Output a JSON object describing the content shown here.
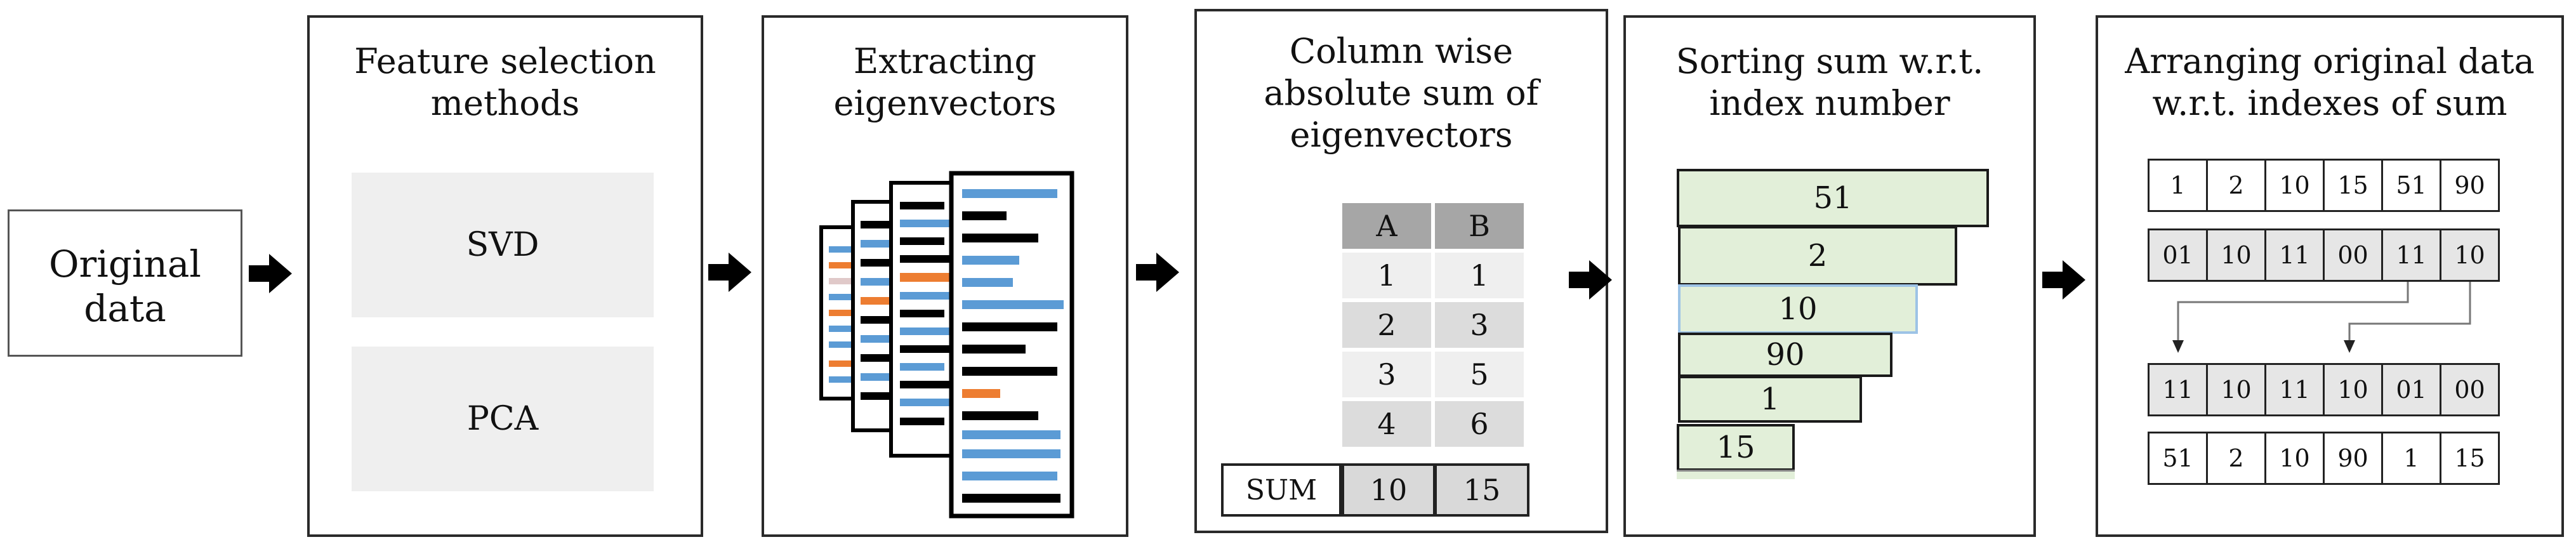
{
  "original": {
    "line1": "Original",
    "line2": "data"
  },
  "stage1": {
    "title": [
      "Feature selection",
      "methods"
    ],
    "methods": [
      "SVD",
      "PCA"
    ]
  },
  "stage2": {
    "title": [
      "Extracting",
      "eigenvectors"
    ]
  },
  "stage3": {
    "title": [
      "Column wise",
      "absolute sum of",
      "eigenvectors"
    ],
    "columns": [
      "A",
      "B"
    ],
    "rows": [
      [
        "1",
        "1"
      ],
      [
        "2",
        "3"
      ],
      [
        "3",
        "5"
      ],
      [
        "4",
        "6"
      ]
    ],
    "sum_label": "SUM",
    "sums": [
      "10",
      "15"
    ]
  },
  "stage4": {
    "title": [
      "Sorting sum w.r.t.",
      "index number"
    ],
    "bars": [
      "51",
      "2",
      "10",
      "90",
      "1",
      "15"
    ]
  },
  "stage5": {
    "title": [
      "Arranging original data",
      "w.r.t. indexes of sum"
    ],
    "row_index": [
      "1",
      "2",
      "10",
      "15",
      "51",
      "90"
    ],
    "row_data": [
      "01",
      "10",
      "11",
      "00",
      "11",
      "10"
    ],
    "row_arranged": [
      "11",
      "10",
      "11",
      "10",
      "01",
      "00"
    ],
    "row_sorted_index": [
      "51",
      "2",
      "10",
      "90",
      "1",
      "15"
    ]
  },
  "colors": {
    "blue": "#5b9bd5",
    "orange": "#ed7d31",
    "green_fill": "#e2efd9",
    "grey": "#efefef"
  }
}
